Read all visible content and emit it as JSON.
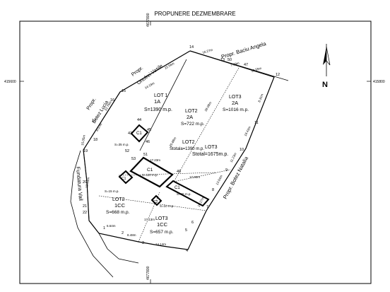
{
  "title": "PROPUNERE DEZMEMBRARE",
  "grid": {
    "top": "4677800",
    "bottom": "4677800",
    "left": "415600",
    "right": "415800"
  },
  "north": "N",
  "owners": {
    "baciu": "Propr. Baciu Angela",
    "onofrei_1": "Propr.",
    "onofrei_2": "Onofrei Vasile",
    "botez_lucia_1": "Propr.",
    "botez_lucia_2": "Botez Lucia",
    "botez_natalia": "Propr. Botez Natalia",
    "fundatura": "Fundatura Vail"
  },
  "lots": {
    "lot1": {
      "name": "LOT 1",
      "code": "1A",
      "area": "S=1390 m.p."
    },
    "lot2a": {
      "name": "LOT2",
      "code": "2A",
      "area": "S=722 m.p."
    },
    "lot2total": {
      "name": "LOT2",
      "area": "Stotala=1390 m.p."
    },
    "lot3a": {
      "name": "LOT3",
      "code": "2A",
      "area": "S=1016 m.p."
    },
    "lot3total": {
      "name": "LOT3",
      "area": "Stotal=1675m.p."
    },
    "lot2cc": {
      "name": "LOT2",
      "code": "1CC",
      "area": "S=668 m.p."
    },
    "lot3cc": {
      "name": "LOT3",
      "code": "1CC",
      "area": "S=657 m.p."
    }
  },
  "buildings": {
    "c1_top": {
      "label": "C1",
      "area": "S=35 m.p."
    },
    "c1_main": {
      "label": "C1",
      "area": "S=110 m.p."
    },
    "c1_right": {
      "label": "C1",
      "area": "S=46 m.p."
    },
    "c1_left": {
      "label": "C1",
      "area": "S=15 m.p."
    },
    "c2_small": {
      "label": "C2",
      "area": "S=10 m.p."
    }
  },
  "points": [
    "14",
    "13",
    "50",
    "47",
    "12",
    "11",
    "10",
    "9",
    "8",
    "7",
    "6",
    "5",
    "4",
    "3",
    "2",
    "1",
    "22",
    "21",
    "20",
    "19",
    "18",
    "17",
    "16",
    "15",
    "44",
    "43",
    "45",
    "46",
    "49",
    "51",
    "52",
    "53"
  ],
  "distances": [
    "16.27m",
    "7.98m",
    "18.55m",
    "8.31m",
    "18.43m",
    "11.23m",
    "13.04m",
    "22.56m",
    "14.19m",
    "12.76m",
    "8.57m",
    "15.05m",
    "28.08m",
    "17.23m",
    "25.88m",
    "6.64m",
    "8.48m",
    "14.14m",
    "10.27m",
    "17.13m",
    "17.00m",
    "12.51m"
  ]
}
